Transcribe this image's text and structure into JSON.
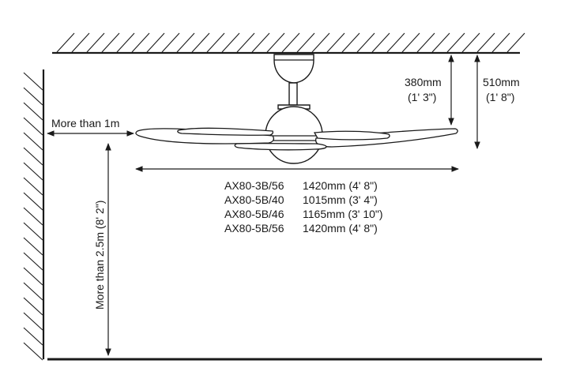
{
  "labels": {
    "side_clearance": "More than 1m",
    "floor_clearance": "More than 2.5m (8' 2\")",
    "drop_short_mm": "380mm",
    "drop_short_ft": "(1' 3\")",
    "drop_long_mm": "510mm",
    "drop_long_ft": "(1' 8\")"
  },
  "models": [
    {
      "model": "AX80-3B/56",
      "size": "1420mm (4' 8\")"
    },
    {
      "model": "AX80-5B/40",
      "size": "1015mm (3' 4\")"
    },
    {
      "model": "AX80-5B/46",
      "size": "1165mm (3' 10\")"
    },
    {
      "model": "AX80-5B/56",
      "size": "1420mm (4' 8\")"
    }
  ]
}
